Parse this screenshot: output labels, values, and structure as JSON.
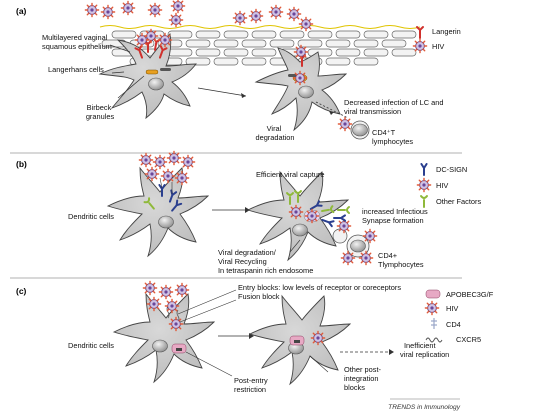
{
  "panel_a": {
    "letter": "(a)",
    "epithelium_label": [
      "Multilayered vaginal",
      "squamous epithelium"
    ],
    "lc_label": "Langerhans cells",
    "birbeck_label": [
      "Birbeck",
      "granules"
    ],
    "degradation_label": [
      "Viral",
      "degradation"
    ],
    "decreased_label": [
      "Decreased infection of LC and",
      "viral transmission"
    ],
    "cd4_label": [
      "CD4⁺T",
      "lymphocytes"
    ],
    "legend": [
      {
        "label": "Langerin",
        "icon": "langerin-icon",
        "color": "#d0312d"
      },
      {
        "label": "HIV",
        "icon": "hiv-virion-icon",
        "color": "#7a4fa0"
      }
    ]
  },
  "panel_b": {
    "letter": "(b)",
    "dc_label": "Dendritic cells",
    "capture_label": "Efficient viral capture",
    "degradation_label": [
      "Viral degradation/",
      "Viral Recycling",
      "In tetraspanin rich endosome"
    ],
    "synapse_label": [
      "increased Infectious",
      "Synapse formation"
    ],
    "cd4_label": [
      "CD4+",
      "Tlymphocytes"
    ],
    "legend": [
      {
        "label": "DC-SIGN",
        "icon": "dc-sign-icon",
        "color": "#2a3f8f"
      },
      {
        "label": "HIV",
        "icon": "hiv-virion-icon",
        "color": "#7a4fa0"
      },
      {
        "label": "Other Factors",
        "icon": "other-factor-icon",
        "color": "#8fb93a"
      }
    ]
  },
  "panel_c": {
    "letter": "(c)",
    "entry_label": [
      "Entry blocks: low levels of receptor or coreceptors",
      "Fusion block"
    ],
    "dc_label": "Dendritic cells",
    "post_entry_label": [
      "Post-entry",
      "restriction"
    ],
    "inefficient_label": [
      "Inefficient",
      "viral replication"
    ],
    "post_integration_label": [
      "Other post-",
      "integration",
      "blocks"
    ],
    "legend": [
      {
        "label": "APOBEC3G/F",
        "icon": "apobec-icon",
        "color": "#e7a9c4"
      },
      {
        "label": "HIV",
        "icon": "hiv-virion-icon",
        "color": "#7a4fa0"
      },
      {
        "label": "CD4",
        "icon": "cd4-icon",
        "color": "#9aa6c8"
      },
      {
        "label": "CXCR5",
        "icon": "cxcr5-icon",
        "color": "#555555"
      }
    ]
  },
  "footer": "TRENDS in Immunology"
}
